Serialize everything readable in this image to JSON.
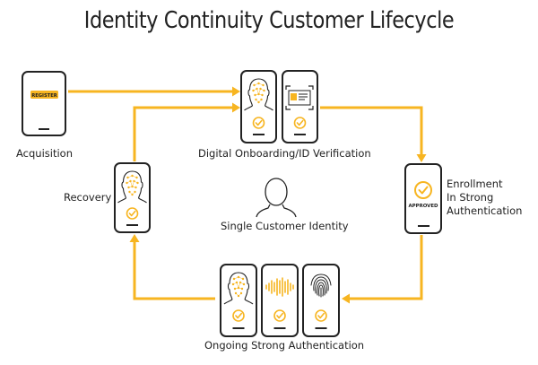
{
  "title": "Identity Continuity Customer Lifecycle",
  "colors": {
    "accent": "#F7B521",
    "phone": "#222222",
    "text": "#222222",
    "background": "#FFFFFF"
  },
  "stages": {
    "acquisition": {
      "label": "Acquisition",
      "phone_text": "REGISTER"
    },
    "onboarding": {
      "label": "Digital Onboarding/ID Verification",
      "icons": [
        "face-scan-icon",
        "id-card-scan-icon"
      ]
    },
    "enrollment": {
      "label_lines": [
        "Enrollment",
        "In Strong",
        "Authentication"
      ],
      "phone_text": "APPROVED"
    },
    "ongoing": {
      "label": "Ongoing Strong Authentication",
      "icons": [
        "face-scan-icon",
        "voice-wave-icon",
        "fingerprint-icon"
      ]
    },
    "recovery": {
      "label": "Recovery",
      "icons": [
        "face-scan-icon"
      ]
    }
  },
  "center": {
    "label": "Single Customer Identity",
    "icon": "person-icon"
  }
}
